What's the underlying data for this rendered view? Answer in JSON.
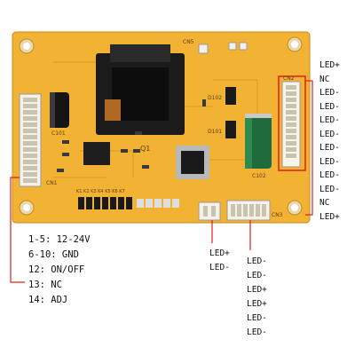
{
  "board": {
    "silkscreen": {
      "connector_cn5": "CN5",
      "connector_cn1": "CN1",
      "connector_cn2": "CN2",
      "connector_cn3": "CN3",
      "diode_d102": "D102",
      "diode_d101": "D101",
      "transistor_q1": "Q1",
      "capacitor_c101": "C101",
      "capacitor_c102": "C102",
      "jumper_row": "K1 K2 K3 K4 K5 K6 K7"
    },
    "colors": {
      "pcb": "#f2b233",
      "highlight_box": "#e0201c",
      "leader_line": "#e0201c"
    }
  },
  "right_connector_pins": [
    "LED+",
    "NC",
    "LED-",
    "LED-",
    "LED-",
    "LED-",
    "LED-",
    "LED-",
    "LED-",
    "LED-",
    "NC",
    "LED+"
  ],
  "small_connector_pins": [
    "LED+",
    "LED-"
  ],
  "bottom_connector_pins": [
    "LED-",
    "LED-",
    "LED+",
    "LED+",
    "LED-",
    "LED-"
  ],
  "input_pinout": [
    "1-5: 12-24V",
    "6-10: GND",
    "12: ON/OFF",
    "13: NC",
    "14: ADJ"
  ]
}
